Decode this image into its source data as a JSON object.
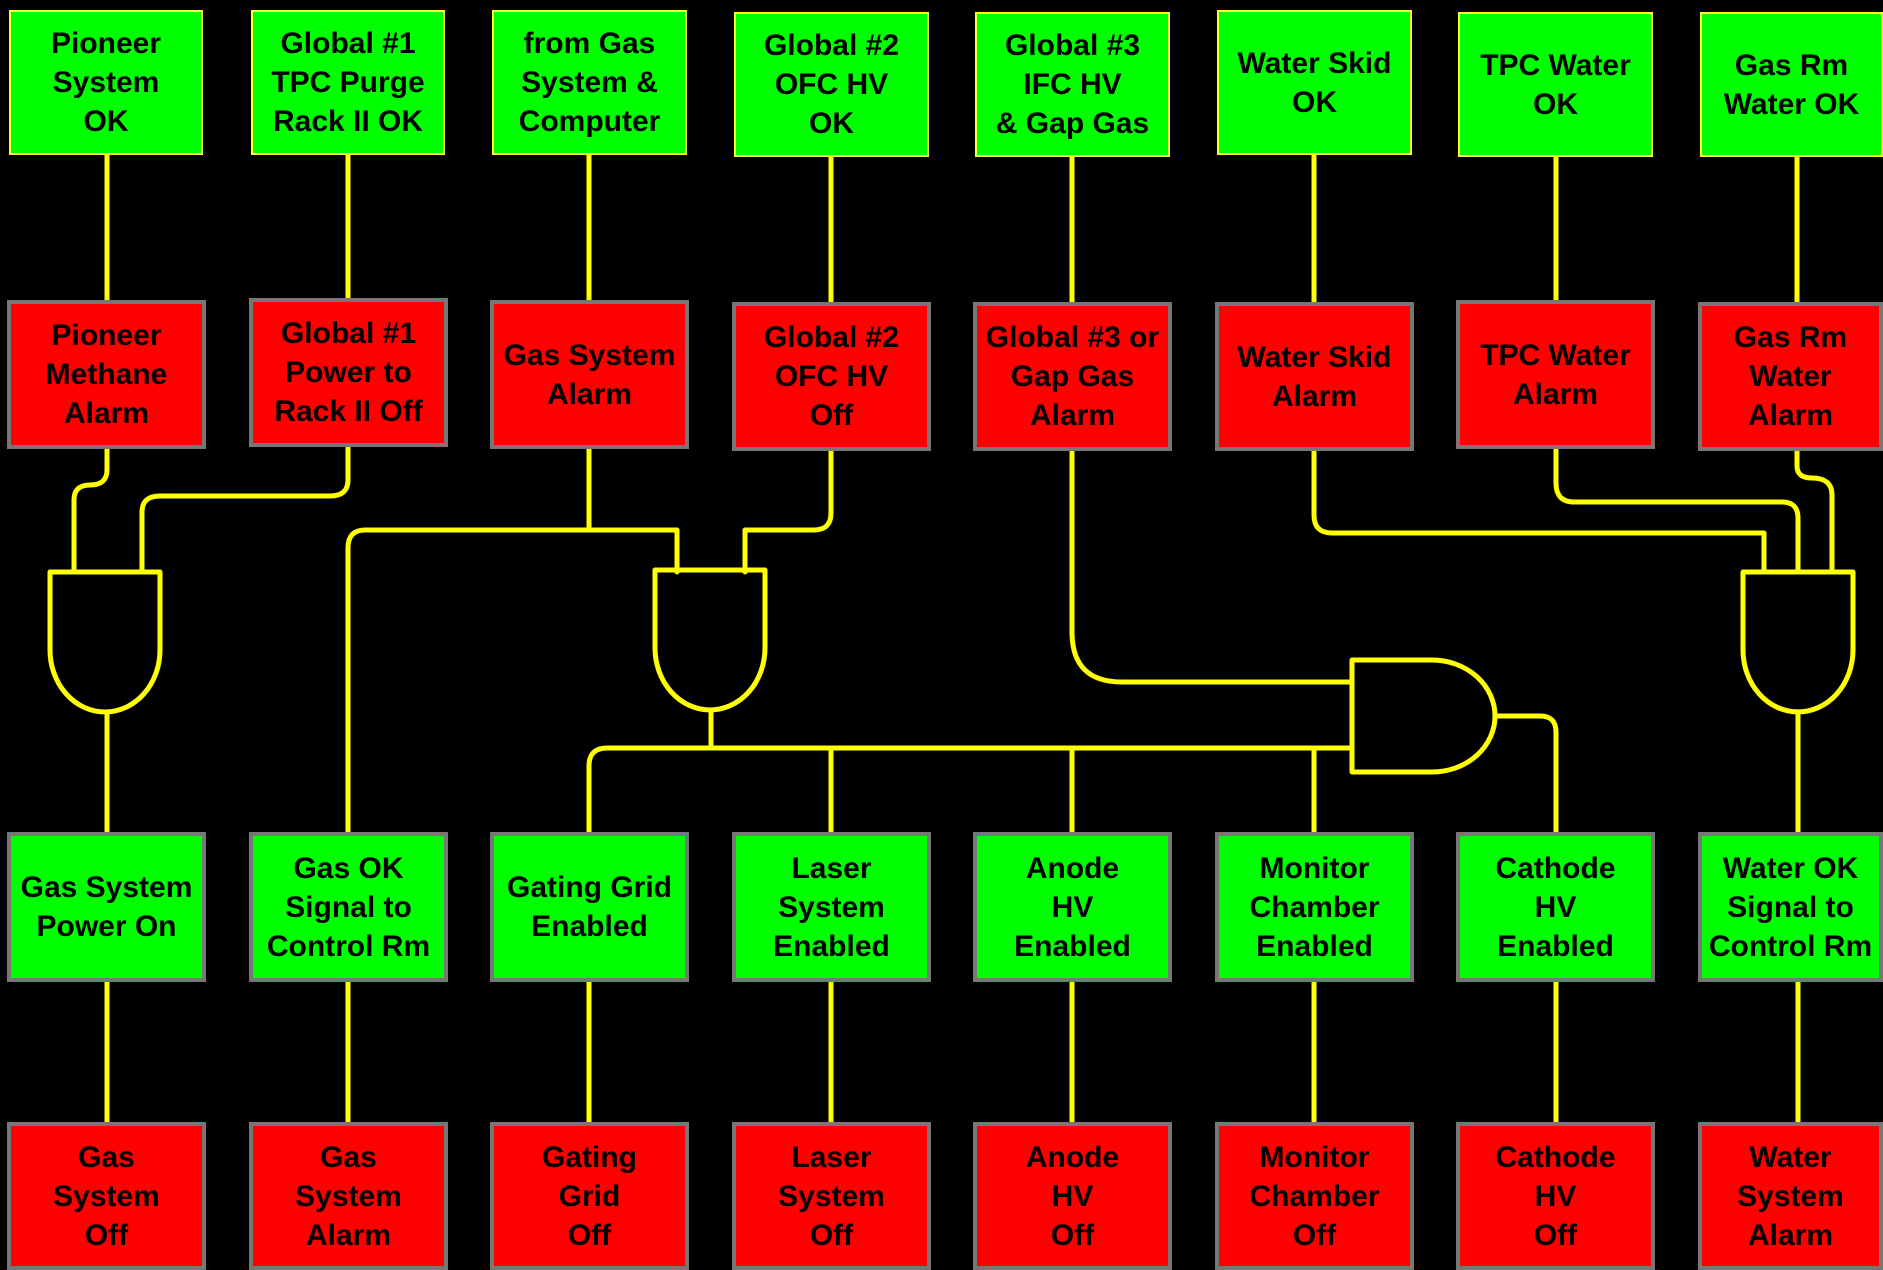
{
  "colors": {
    "background": "#000000",
    "ok": "#00ff00",
    "alarm": "#ff0000",
    "wire": "#ffff00",
    "border": "#777777"
  },
  "rows": {
    "status": [
      [
        "Pioneer",
        "System",
        "OK"
      ],
      [
        "Global #1",
        "TPC Purge",
        "Rack II OK"
      ],
      [
        "from Gas",
        "System &",
        "Computer"
      ],
      [
        "Global #2",
        "OFC  HV",
        "OK"
      ],
      [
        "Global #3",
        "IFC HV",
        "& Gap Gas"
      ],
      [
        "Water Skid",
        "OK"
      ],
      [
        "TPC Water",
        "OK"
      ],
      [
        "Gas Rm",
        "Water OK"
      ]
    ],
    "alarms": [
      [
        "Pioneer",
        "Methane",
        "Alarm"
      ],
      [
        "Global #1",
        "Power to",
        "Rack II Off"
      ],
      [
        "Gas System",
        "Alarm"
      ],
      [
        "Global #2",
        "OFC  HV",
        "Off"
      ],
      [
        "Global #3 or",
        "Gap Gas",
        "Alarm"
      ],
      [
        "Water Skid",
        "Alarm"
      ],
      [
        "TPC Water",
        "Alarm"
      ],
      [
        "Gas Rm",
        "Water",
        "Alarm"
      ]
    ],
    "enabled": [
      [
        "Gas System",
        "Power On"
      ],
      [
        "Gas OK",
        "Signal to",
        "Control Rm"
      ],
      [
        "Gating Grid",
        "Enabled"
      ],
      [
        "Laser",
        "System",
        "Enabled"
      ],
      [
        "Anode",
        "HV",
        "Enabled"
      ],
      [
        "Monitor",
        "Chamber",
        "Enabled"
      ],
      [
        "Cathode",
        "HV",
        "Enabled"
      ],
      [
        "Water OK",
        "Signal to",
        "Control Rm"
      ]
    ],
    "off": [
      [
        "Gas",
        "System",
        "Off"
      ],
      [
        "Gas",
        "System",
        "Alarm"
      ],
      [
        "Gating",
        "Grid",
        "Off"
      ],
      [
        "Laser",
        "System",
        "Off"
      ],
      [
        "Anode",
        "HV",
        "Off"
      ],
      [
        "Monitor",
        "Chamber",
        "Off"
      ],
      [
        "Cathode",
        "HV",
        "Off"
      ],
      [
        "Water",
        "System",
        "Alarm"
      ]
    ]
  }
}
